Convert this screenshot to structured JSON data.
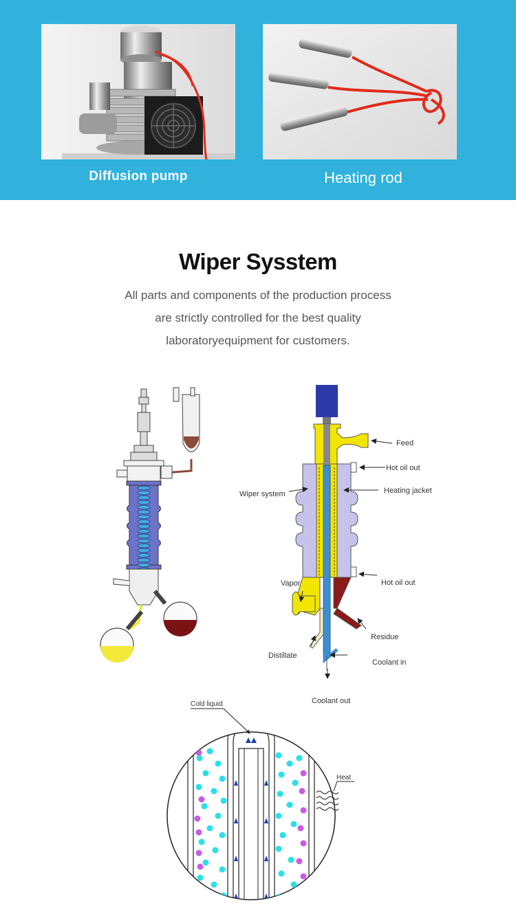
{
  "banner": {
    "items": [
      {
        "caption": "Diffusion pump"
      },
      {
        "caption": "Heating rod"
      }
    ]
  },
  "section": {
    "title": "Wiper Sysstem",
    "description_lines": [
      "All parts and components of the production process",
      "are strictly controlled for the best quality",
      "laboratoryequipment for customers."
    ]
  },
  "diagram": {
    "labels": {
      "feed": "Feed",
      "hot_oil_out_top": "Hot oil out",
      "wiper_system": "Wiper system",
      "heating_jacket": "Heating jacket",
      "vapor": "Vapor",
      "hot_oil_out_bottom": "Hot oil out",
      "residue": "Residue",
      "distillate": "Distillate",
      "coolant_in": "Coolant in",
      "coolant_out": "Coolant out"
    },
    "detail_labels": {
      "cold_liquid": "Cold liquid",
      "heat": "Heat"
    }
  },
  "colors": {
    "banner": "#30b2dd",
    "jacket": "#c6c3ea",
    "feed_yellow": "#f2e600",
    "residue": "#8b1a1a",
    "coolant": "#3b8fd1",
    "motor": "#2b3aa8",
    "dot_cyan": "#29e0e8",
    "dot_purple": "#c65ce6"
  }
}
